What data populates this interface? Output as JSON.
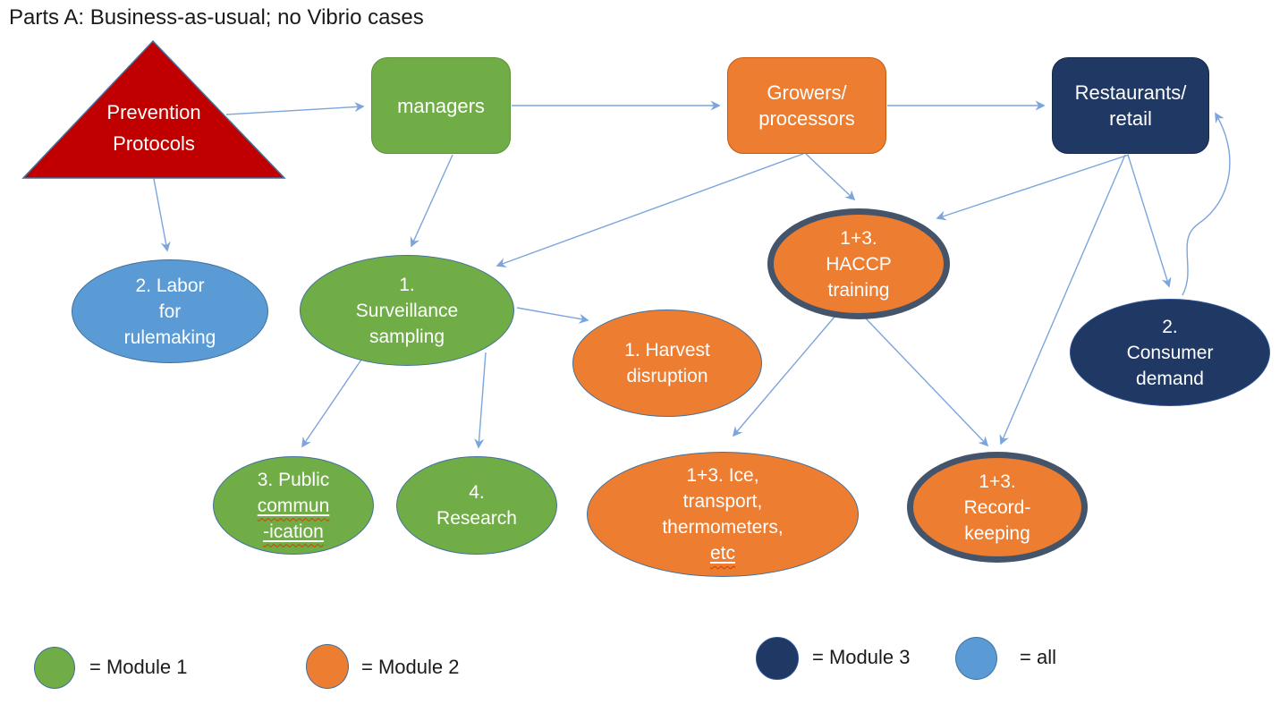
{
  "title": "Parts A: Business-as-usual; no Vibrio cases",
  "palette": {
    "module1_green": "#70AD47",
    "module2_orange": "#ED7D31",
    "module3_navy": "#1F3864",
    "all_lightblue": "#5B9BD5",
    "prevention_red": "#C00000",
    "connector_blue": "#7CA5DC",
    "emphasis_border_slate": "#44546A",
    "ellipse_outline_blue": "#41719C"
  },
  "nodes": {
    "prevention": {
      "shape": "triangle",
      "color": "#C00000",
      "lines": [
        "Prevention",
        "Protocols"
      ]
    },
    "managers": {
      "shape": "rounded-rect",
      "color": "#70AD47",
      "lines": [
        "managers"
      ]
    },
    "growers": {
      "shape": "rounded-rect",
      "color": "#ED7D31",
      "lines": [
        "Growers/",
        "processors"
      ]
    },
    "restaurants": {
      "shape": "rounded-rect",
      "color": "#1F3864",
      "lines": [
        "Restaurants/",
        "retail"
      ]
    },
    "labor": {
      "shape": "ellipse",
      "color": "#5B9BD5",
      "lines": [
        "2. Labor",
        "for",
        "rulemaking"
      ]
    },
    "surveillance": {
      "shape": "ellipse",
      "color": "#70AD47",
      "lines": [
        "1.",
        "Surveillance",
        "sampling"
      ]
    },
    "harvest": {
      "shape": "ellipse",
      "color": "#ED7D31",
      "lines": [
        "1. Harvest",
        "disruption"
      ]
    },
    "haccp": {
      "shape": "ellipse-thick-border",
      "color": "#ED7D31",
      "lines": [
        "1+3.",
        "HACCP",
        "training"
      ]
    },
    "consumer": {
      "shape": "ellipse",
      "color": "#1F3864",
      "lines": [
        "2.",
        "Consumer",
        "demand"
      ]
    },
    "public_comm": {
      "shape": "ellipse",
      "color": "#70AD47",
      "lines": [
        "3. Public",
        "commun",
        "-ication"
      ]
    },
    "research": {
      "shape": "ellipse",
      "color": "#70AD47",
      "lines": [
        "4.",
        "Research"
      ]
    },
    "ice": {
      "shape": "ellipse",
      "color": "#ED7D31",
      "lines": [
        "1+3. Ice,",
        "transport,",
        "thermometers,",
        "etc"
      ]
    },
    "record": {
      "shape": "ellipse-thick-border",
      "color": "#ED7D31",
      "lines": [
        "1+3.",
        "Record-",
        "keeping"
      ]
    }
  },
  "edges": [
    {
      "from": "prevention-protocols",
      "to": "managers"
    },
    {
      "from": "prevention-protocols",
      "to": "labor-for-rulemaking"
    },
    {
      "from": "managers",
      "to": "growers-processors"
    },
    {
      "from": "growers-processors",
      "to": "restaurants-retail"
    },
    {
      "from": "managers",
      "to": "surveillance-sampling"
    },
    {
      "from": "growers-processors",
      "to": "surveillance-sampling"
    },
    {
      "from": "growers-processors",
      "to": "haccp-training"
    },
    {
      "from": "restaurants-retail",
      "to": "haccp-training"
    },
    {
      "from": "restaurants-retail",
      "to": "consumer-demand"
    },
    {
      "from": "restaurants-retail",
      "to": "record-keeping"
    },
    {
      "from": "consumer-demand",
      "to": "restaurants-retail"
    },
    {
      "from": "surveillance-sampling",
      "to": "harvest-disruption"
    },
    {
      "from": "surveillance-sampling",
      "to": "public-communication"
    },
    {
      "from": "surveillance-sampling",
      "to": "research"
    },
    {
      "from": "haccp-training",
      "to": "ice-transport-thermometers"
    },
    {
      "from": "haccp-training",
      "to": "record-keeping"
    }
  ],
  "legend": [
    {
      "label": "= Module 1",
      "color": "#70AD47"
    },
    {
      "label": "= Module 2",
      "color": "#ED7D31"
    },
    {
      "label": "= Module 3",
      "color": "#1F3864"
    },
    {
      "label": "= all",
      "color": "#5B9BD5"
    }
  ]
}
